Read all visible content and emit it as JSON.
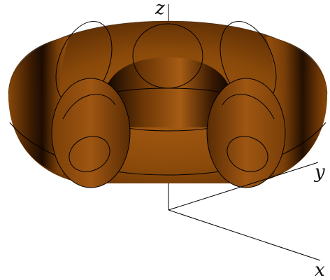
{
  "axes": {
    "x": "x",
    "y": "y",
    "z": "z"
  },
  "colors": {
    "surface": "#8b4a0a",
    "surface_dark": "#1a0a00",
    "surface_light": "#b86a1e",
    "outline": "#000000",
    "axis": "#000000"
  }
}
